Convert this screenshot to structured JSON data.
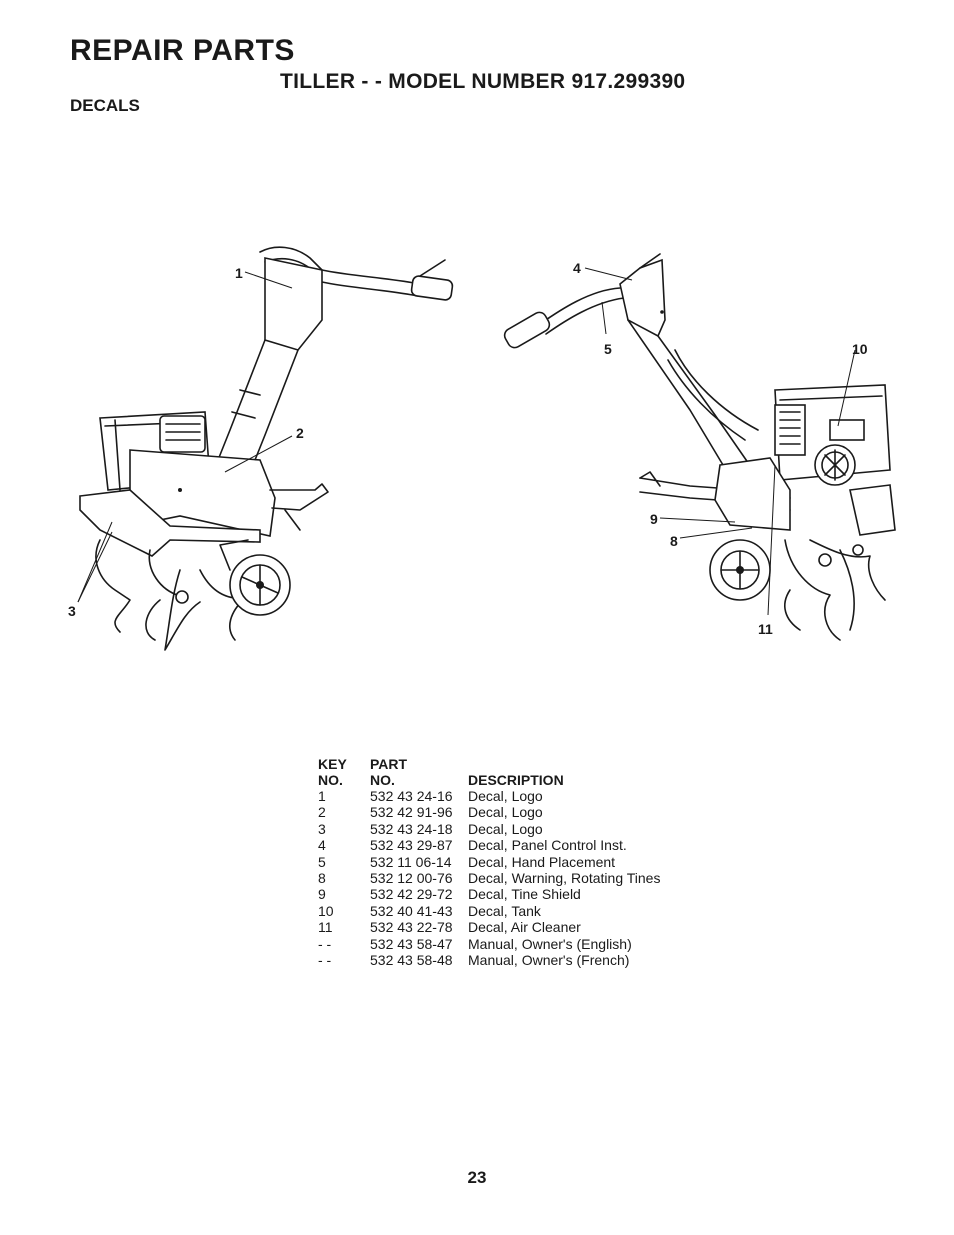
{
  "header": {
    "title": "REPAIR PARTS",
    "subtitle": "TILLER - - MODEL NUMBER 917.299390",
    "section": "DECALS"
  },
  "callouts": {
    "left": [
      "1",
      "2",
      "3"
    ],
    "right": [
      "4",
      "5",
      "10",
      "9",
      "8",
      "11"
    ]
  },
  "table": {
    "headers": {
      "key_line1": "KEY",
      "key_line2": "NO.",
      "part_line1": "PART",
      "part_line2": "NO.",
      "description": "DESCRIPTION"
    },
    "rows": [
      {
        "key": "1",
        "part": "532 43 24-16",
        "description": "Decal, Logo"
      },
      {
        "key": "2",
        "part": "532 42 91-96",
        "description": "Decal, Logo"
      },
      {
        "key": "3",
        "part": "532 43 24-18",
        "description": "Decal, Logo"
      },
      {
        "key": "4",
        "part": "532 43 29-87",
        "description": "Decal, Panel Control Inst."
      },
      {
        "key": "5",
        "part": "532 11 06-14",
        "description": "Decal, Hand Placement"
      },
      {
        "key": "8",
        "part": "532 12 00-76",
        "description": "Decal, Warning, Rotating Tines"
      },
      {
        "key": "9",
        "part": "532 42 29-72",
        "description": "Decal, Tine Shield"
      },
      {
        "key": "10",
        "part": "532 40 41-43",
        "description": "Decal, Tank"
      },
      {
        "key": "11",
        "part": "532 43 22-78",
        "description": "Decal, Air Cleaner"
      },
      {
        "key": "- -",
        "part": "532 43 58-47",
        "description": "Manual, Owner's (English)"
      },
      {
        "key": "- -",
        "part": "532 43 58-48",
        "description": "Manual, Owner's (French)"
      }
    ]
  },
  "page_number": "23"
}
